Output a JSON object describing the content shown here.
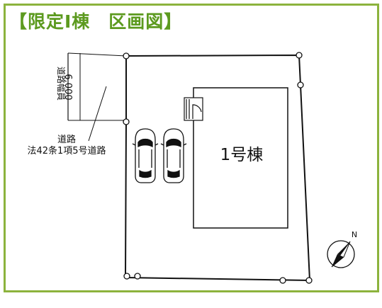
{
  "title": "【限定Ⅰ棟　区画図】",
  "road": {
    "width_label": "道路幅員",
    "width_value": "6.000",
    "name": "道路",
    "type": "法42条1項5号道路"
  },
  "building": {
    "label": "1号棟"
  },
  "compass": {
    "north": "N"
  },
  "colors": {
    "frame": "#8cb33d",
    "title": "#5c9a1f"
  }
}
